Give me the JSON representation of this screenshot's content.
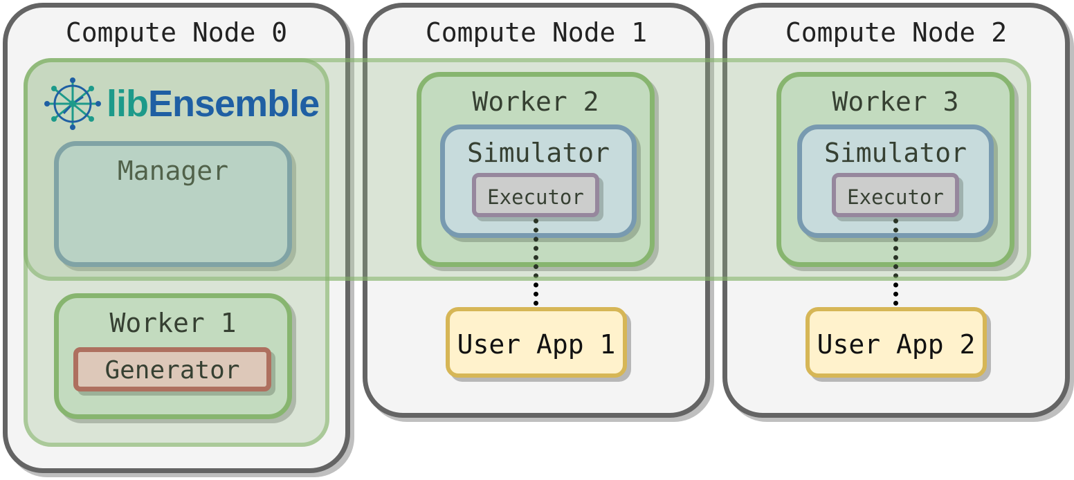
{
  "nodes": [
    {
      "title": "Compute Node 0"
    },
    {
      "title": "Compute Node 1"
    },
    {
      "title": "Compute Node 2"
    }
  ],
  "logo": {
    "text_light": "lib",
    "text_bold": "Ensemble",
    "color_light": "#1d9a8a",
    "color_bold": "#1f5fa3"
  },
  "manager": {
    "label": "Manager"
  },
  "worker1": {
    "label": "Worker 1",
    "generator": "Generator"
  },
  "worker2": {
    "label": "Worker 2",
    "simulator": "Simulator",
    "executor": "Executor"
  },
  "worker3": {
    "label": "Worker 3",
    "simulator": "Simulator",
    "executor": "Executor"
  },
  "apps": [
    {
      "label": "User App 1"
    },
    {
      "label": "User App 2"
    }
  ],
  "colors": {
    "node_border": "#646464",
    "worker_fill": "#d5e8d4",
    "worker_border": "#82b366",
    "sim_fill": "#dae8fc",
    "sim_border": "#6c8ebf",
    "exec_fill": "#e1d5e7",
    "exec_border": "#9673a6",
    "gen_fill": "#f8cecc",
    "gen_border": "#b85450",
    "app_fill": "#fff2cc",
    "app_border": "#d6b656"
  }
}
